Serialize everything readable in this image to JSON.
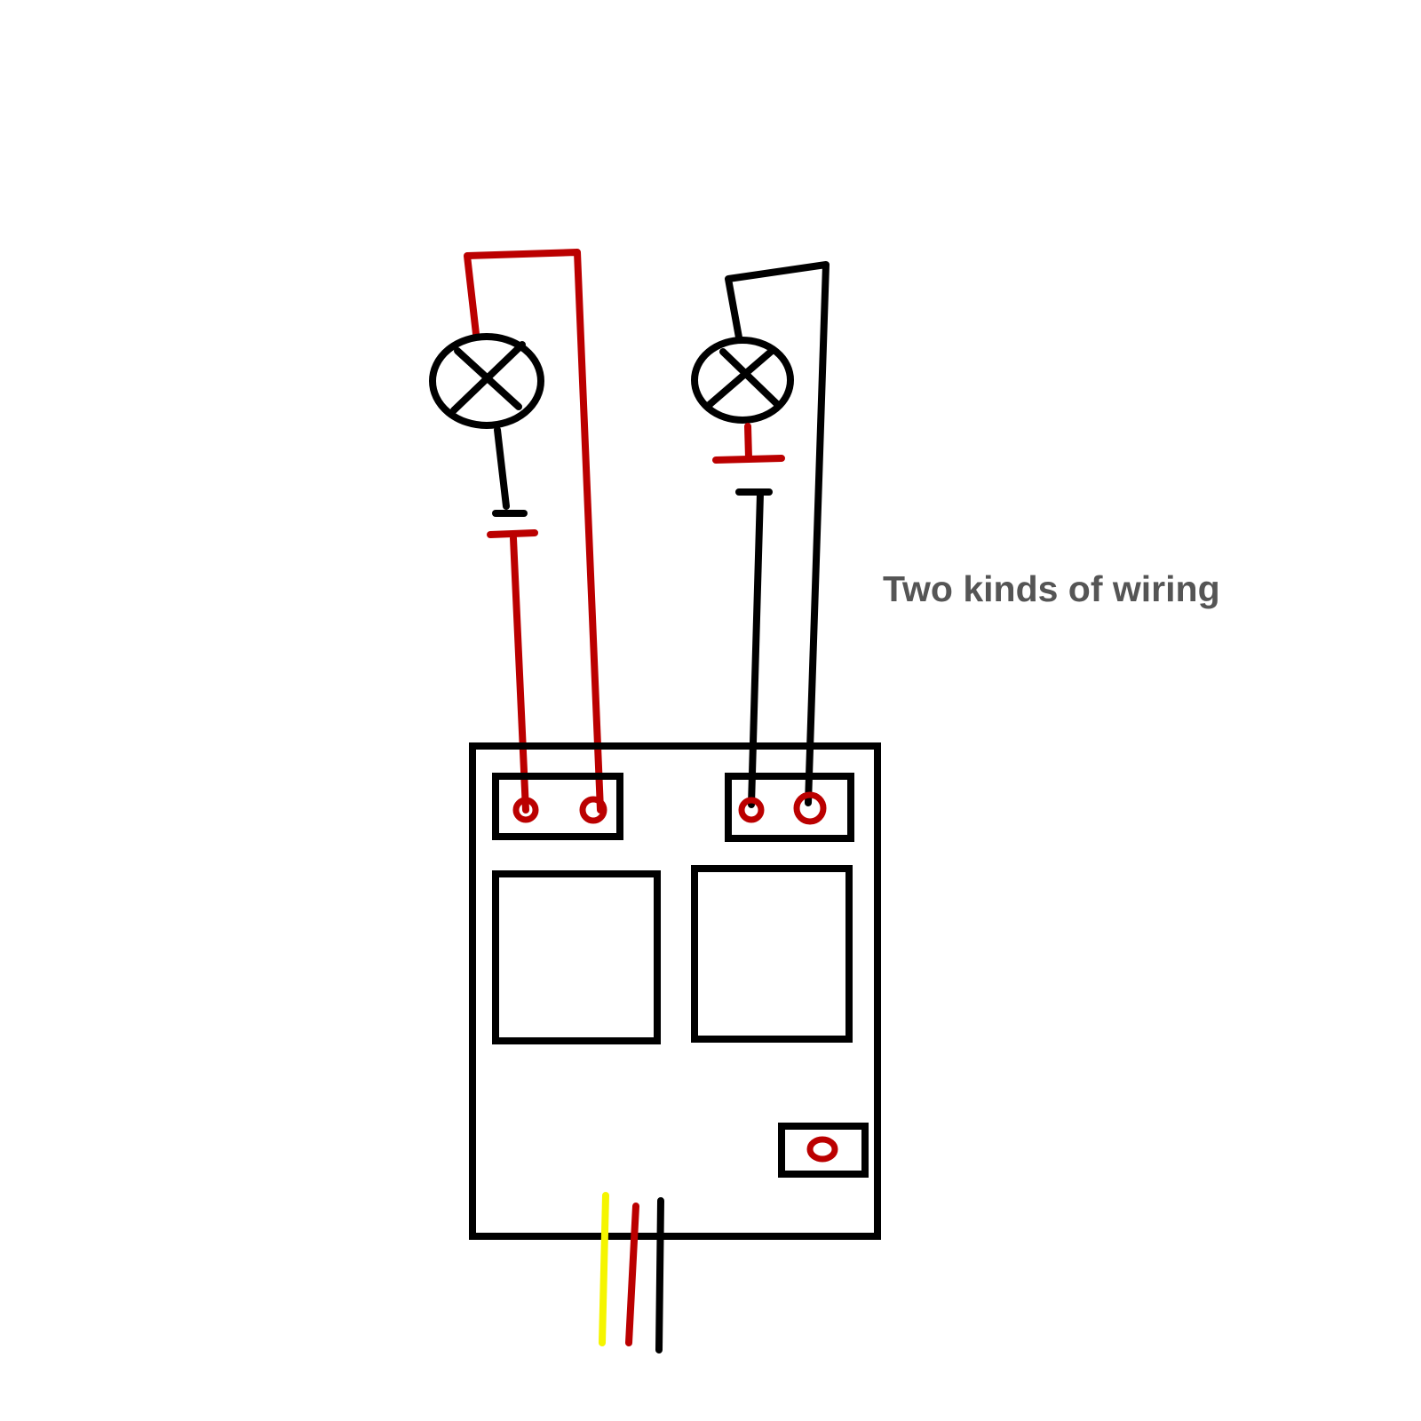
{
  "caption": "Two kinds of wiring",
  "colors": {
    "wire_red": "#bb0000",
    "wire_black": "#000000",
    "wire_yellow": "#f5f500",
    "outline": "#000000",
    "caption_text": "#555555",
    "background": "#ffffff"
  },
  "left_circuit": {
    "lamp_icon": "lamp-cross-icon",
    "battery_icon": "battery-icon",
    "wire_color": "red"
  },
  "right_circuit": {
    "lamp_icon": "lamp-cross-icon",
    "battery_icon": "battery-icon",
    "wire_color": "black"
  },
  "board": {
    "terminal_blocks": 2,
    "relays": 2,
    "cable_wires": [
      "yellow",
      "red",
      "black"
    ]
  }
}
